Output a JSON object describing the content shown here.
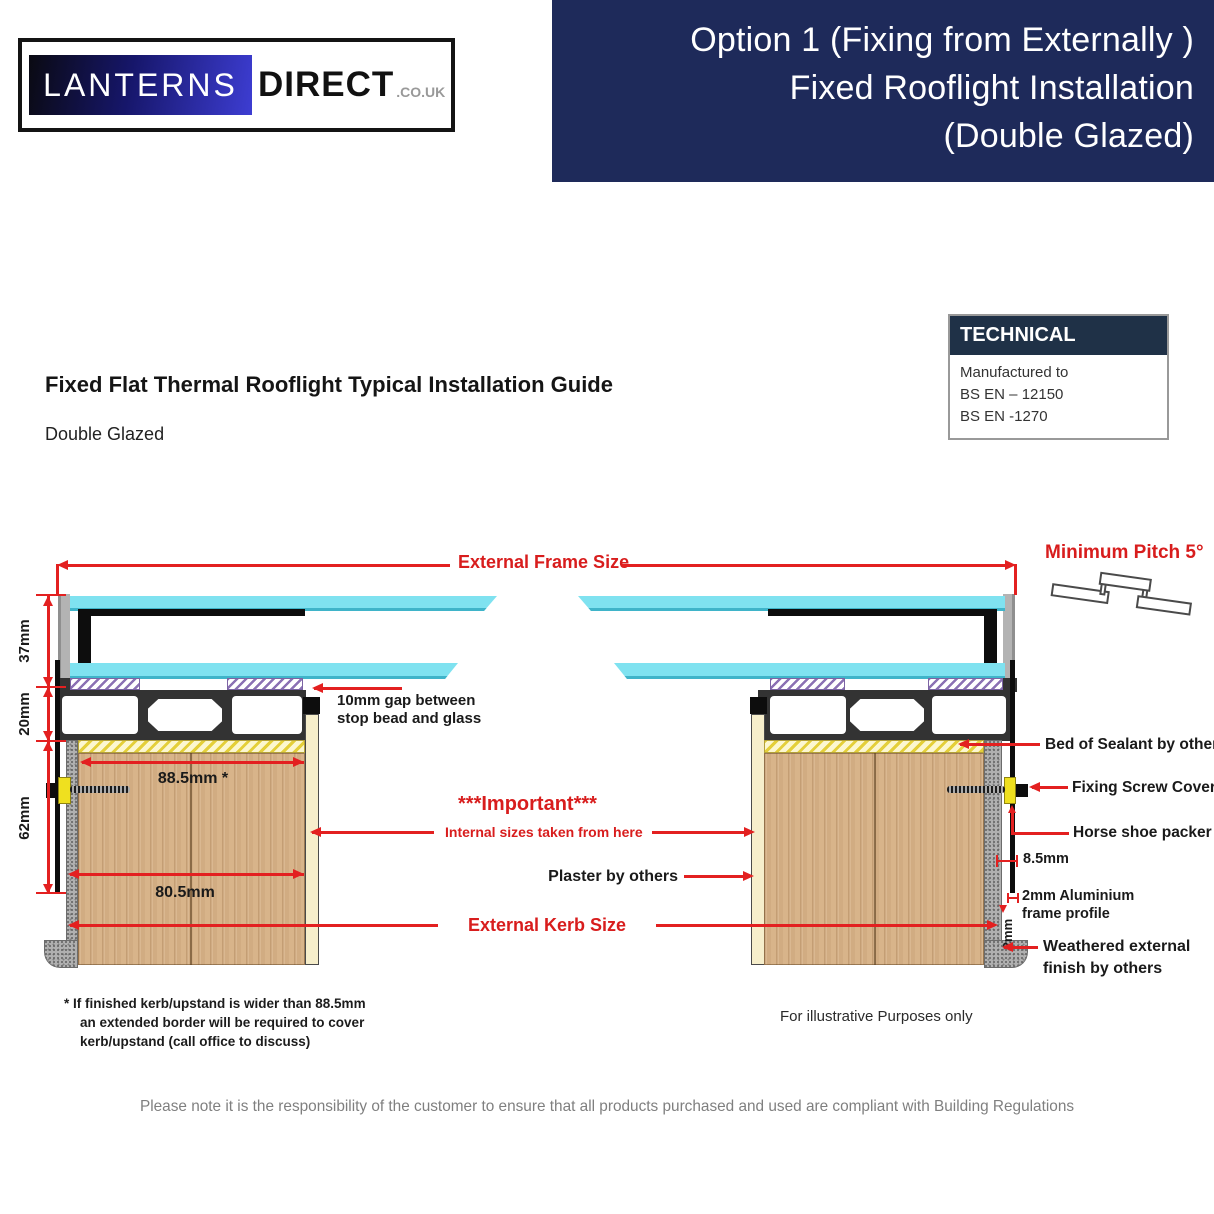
{
  "colors": {
    "navy": "#1e2a5a",
    "tech-navy": "#1f3147",
    "red": "#e32020",
    "red-text": "#d81d1d",
    "glass": "#7fe2f0",
    "glass-edge": "#3fb4c9",
    "wood": "#d8b48a",
    "cream": "#f6eecb",
    "frame": "#333333"
  },
  "logo": {
    "lanterns": "LANTERNS",
    "direct": "DIRECT",
    "tld": ".CO.UK"
  },
  "header": {
    "line1": "Option 1 (Fixing from Externally )",
    "line2": "Fixed Rooflight Installation",
    "line3": "(Double Glazed)"
  },
  "intro": {
    "title": "Fixed Flat Thermal Rooflight Typical Installation Guide",
    "subtitle": "Double Glazed"
  },
  "technical": {
    "heading": "TECHNICAL",
    "lines": [
      "Manufactured to",
      "BS EN – 12150",
      "BS EN -1270"
    ]
  },
  "diagram": {
    "external_frame_size": "External Frame Size",
    "minimum_pitch": "Minimum Pitch 5°",
    "dims": {
      "glass_height": "37mm",
      "frame_height": "20mm",
      "kerb_height": "62mm",
      "top_width": "88.5mm  *",
      "bottom_width": "80.5mm",
      "packer_gap": "8.5mm",
      "profile_thickness": "2mm"
    },
    "gap_note": [
      "10mm gap between",
      "stop bead and glass"
    ],
    "important": "***Important***",
    "internal_sizes": "Internal sizes taken from here",
    "plaster": "Plaster by others",
    "external_kerb": "External Kerb Size",
    "bed_of_sealant": "Bed of Sealant by others",
    "fixing_screw_cover": "Fixing Screw Cover",
    "horse_shoe_packer": "Horse shoe packer",
    "aluminium": [
      "2mm Aluminium",
      "frame profile"
    ],
    "weathered": [
      "Weathered external",
      "finish by others"
    ],
    "illustrative": "For illustrative Purposes only",
    "footnote": [
      "* If finished kerb/upstand is wider than 88.5mm",
      "an extended border will be required to cover",
      "kerb/upstand (call office to discuss)"
    ]
  },
  "disclaimer": "Please note it is the responsibility of the customer to ensure that all products purchased and used are compliant with Building Regulations"
}
